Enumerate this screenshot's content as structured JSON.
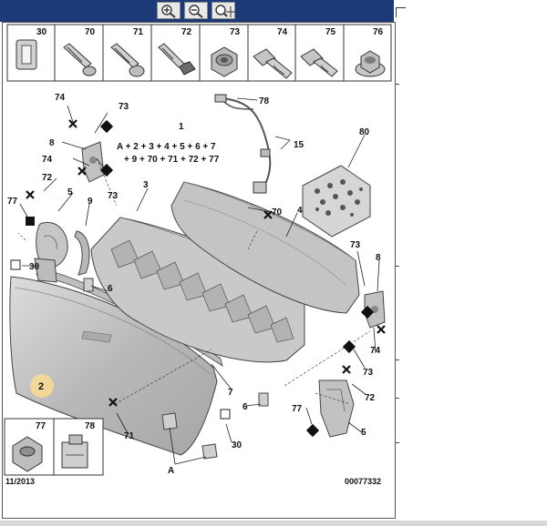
{
  "toolbar": {
    "buttons": [
      {
        "label": "zoom-in",
        "icon": "zoom-in-icon"
      },
      {
        "label": "zoom-out",
        "icon": "zoom-out-icon"
      },
      {
        "label": "pan",
        "icon": "pan-icon"
      }
    ]
  },
  "legend_top": [
    "30",
    "70",
    "71",
    "72",
    "73",
    "74",
    "75",
    "76"
  ],
  "legend_bottom": [
    "77",
    "78"
  ],
  "callouts": {
    "l74a": "74",
    "l73a": "73",
    "l78": "78",
    "l1": "1",
    "formula1": "A + 2 + 3 + 4 + 5 + 6 + 7",
    "formula2": "+ 9 + 70 + 71 + 72 + 77",
    "l8a": "8",
    "l74b": "74",
    "l15": "15",
    "l80": "80",
    "l72a": "72",
    "l73b": "73",
    "l3": "3",
    "l5a": "5",
    "l77a": "77",
    "l9": "9",
    "l70": "70",
    "l4": "4",
    "l30a": "30",
    "l6a": "6",
    "l73c": "73",
    "l8b": "8",
    "l2": "2",
    "l74c": "74",
    "l73d": "73",
    "l7": "7",
    "l72b": "72",
    "l6b": "6",
    "l77b": "77",
    "l5b": "5",
    "l71": "71",
    "l30b": "30",
    "lA": "A"
  },
  "footer": {
    "date": "11/2013",
    "ref": "00077332"
  },
  "colors": {
    "toolbar": "#1d3a78",
    "part_fill": "#c6c6c6",
    "highlight": "#f2d79b"
  }
}
